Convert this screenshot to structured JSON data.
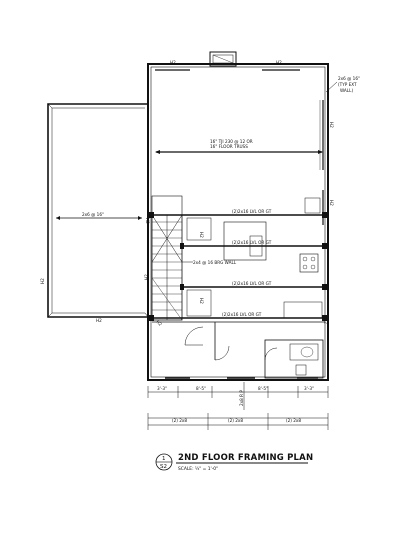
{
  "plan": {
    "title": "2ND FLOOR FRAMING PLAN",
    "scale_text": "SCALE: ¼\" = 1'-0\"",
    "bubble_top": "1",
    "bubble_bottom": "S2"
  },
  "labels": {
    "floor_truss": "16\" TJI 230 @ 12 OR",
    "floor_truss_2": "16\" FLOOR TRUSS",
    "ext_wall": "2x6 @ 16\"",
    "ext_wall_2": "(TYP EXT",
    "ext_wall_3": "WALL)",
    "garage_wall": "2x6 @ 16\"",
    "beam1": "(2)2x16 LVL OR GT",
    "beam2": "(2)2x16 LVL OR GT",
    "beam3": "(2)2x16 LVL OR GT",
    "beam4": "(2)2x16 LVL OR GT",
    "brg_wall": "2x4 @ 16 BRG WALL",
    "h2_top_left": "H2",
    "h2_top_right": "H2",
    "h2_right": "H2",
    "h2_bottom": "H2",
    "h2_left": "H2",
    "h2_bottom_right": "H2",
    "h2_mid": "H2",
    "h2_mid2": "H2",
    "h2_mid3": "H2",
    "h2_mid4": "H2",
    "h2_mid5": "H2",
    "h2_mid6": "H2"
  },
  "dimensions": {
    "d1": "3'-3\"",
    "d2": "8'-5\"",
    "d3": "8'-5\"",
    "d4": "3'-3\"",
    "header1": "(2) 2x8",
    "header2": "(2) 2x8",
    "header3": "(2) 2x8",
    "header_v": "2x8 R P"
  }
}
